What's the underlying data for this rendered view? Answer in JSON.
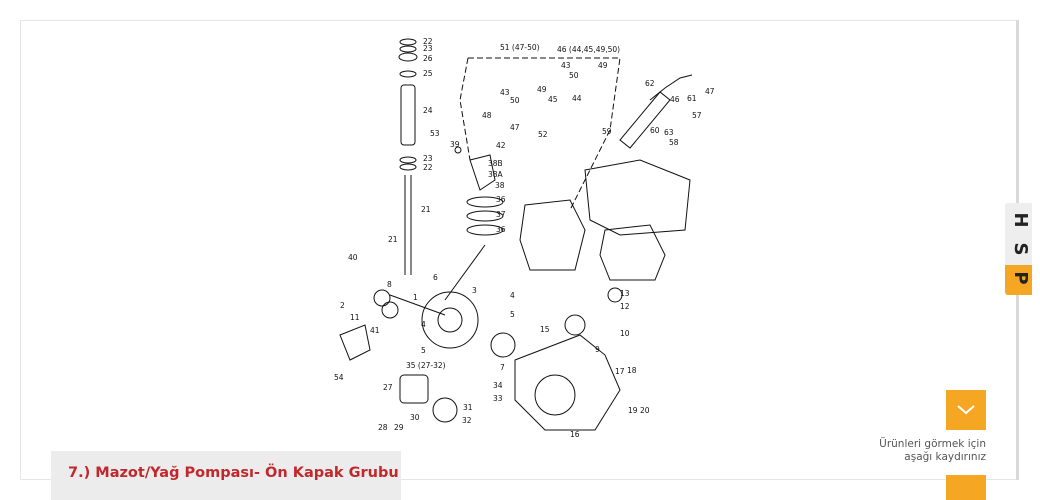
{
  "caption": {
    "title": "7.) Mazot/Yağ Pompası- Ön Kapak Grubu"
  },
  "scroll_hint": {
    "line1": "Ürünleri görmek için",
    "line2": "aşağı kaydırınız",
    "icon": "chevron-down-icon"
  },
  "side_tab": {
    "letters": [
      "H",
      "S",
      "P"
    ]
  },
  "colors": {
    "accent": "#f5a623",
    "caption_text": "#c0282d",
    "caption_bg": "#ececec"
  },
  "diagram": {
    "labels": [
      "22",
      "23",
      "26",
      "25",
      "24",
      "53",
      "39",
      "42",
      "38B",
      "38A",
      "38",
      "36",
      "37",
      "36",
      "23",
      "22",
      "21",
      "21",
      "40",
      "8",
      "6",
      "2",
      "11",
      "41",
      "4",
      "5",
      "3",
      "4",
      "5",
      "35 (27-32)",
      "54",
      "27",
      "30",
      "34",
      "33",
      "31",
      "32",
      "28",
      "29",
      "1",
      "13",
      "12",
      "10",
      "15",
      "9",
      "7",
      "17",
      "18",
      "19",
      "20",
      "16",
      "51 (47-50)",
      "46 (44,45,49,50)",
      "43",
      "50",
      "49",
      "45",
      "44",
      "43",
      "50",
      "49",
      "48",
      "47",
      "52",
      "62",
      "47",
      "61",
      "46",
      "57",
      "59",
      "60",
      "63",
      "58"
    ]
  }
}
